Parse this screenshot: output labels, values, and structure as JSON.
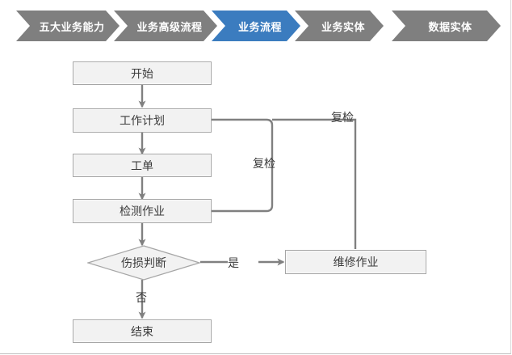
{
  "breadcrumb": {
    "items": [
      {
        "label": "五大业务能力",
        "active": false
      },
      {
        "label": "业务高级流程",
        "active": false
      },
      {
        "label": "业务流程",
        "active": true
      },
      {
        "label": "业务实体",
        "active": false
      },
      {
        "label": "数据实体",
        "active": false
      }
    ],
    "active_color": "#3b7cbf",
    "inactive_color": "#7f7f7f"
  },
  "flowchart": {
    "title": "业务流程",
    "node_fill": "#f2f2f2",
    "node_border": "#a6a6a6",
    "connector_color": "#808080",
    "nodes": [
      {
        "id": "start",
        "label": "开始",
        "shape": "rect"
      },
      {
        "id": "plan",
        "label": "工作计划",
        "shape": "rect"
      },
      {
        "id": "workorder",
        "label": "工单",
        "shape": "rect"
      },
      {
        "id": "inspect",
        "label": "检测作业",
        "shape": "rect"
      },
      {
        "id": "decision",
        "label": "伤损判断",
        "shape": "diamond"
      },
      {
        "id": "repair",
        "label": "维修作业",
        "shape": "rect"
      },
      {
        "id": "end",
        "label": "结束",
        "shape": "rect"
      }
    ],
    "edge_labels": {
      "yes": "是",
      "no": "否",
      "recheck_inner": "复检",
      "recheck_outer": "复检"
    }
  }
}
